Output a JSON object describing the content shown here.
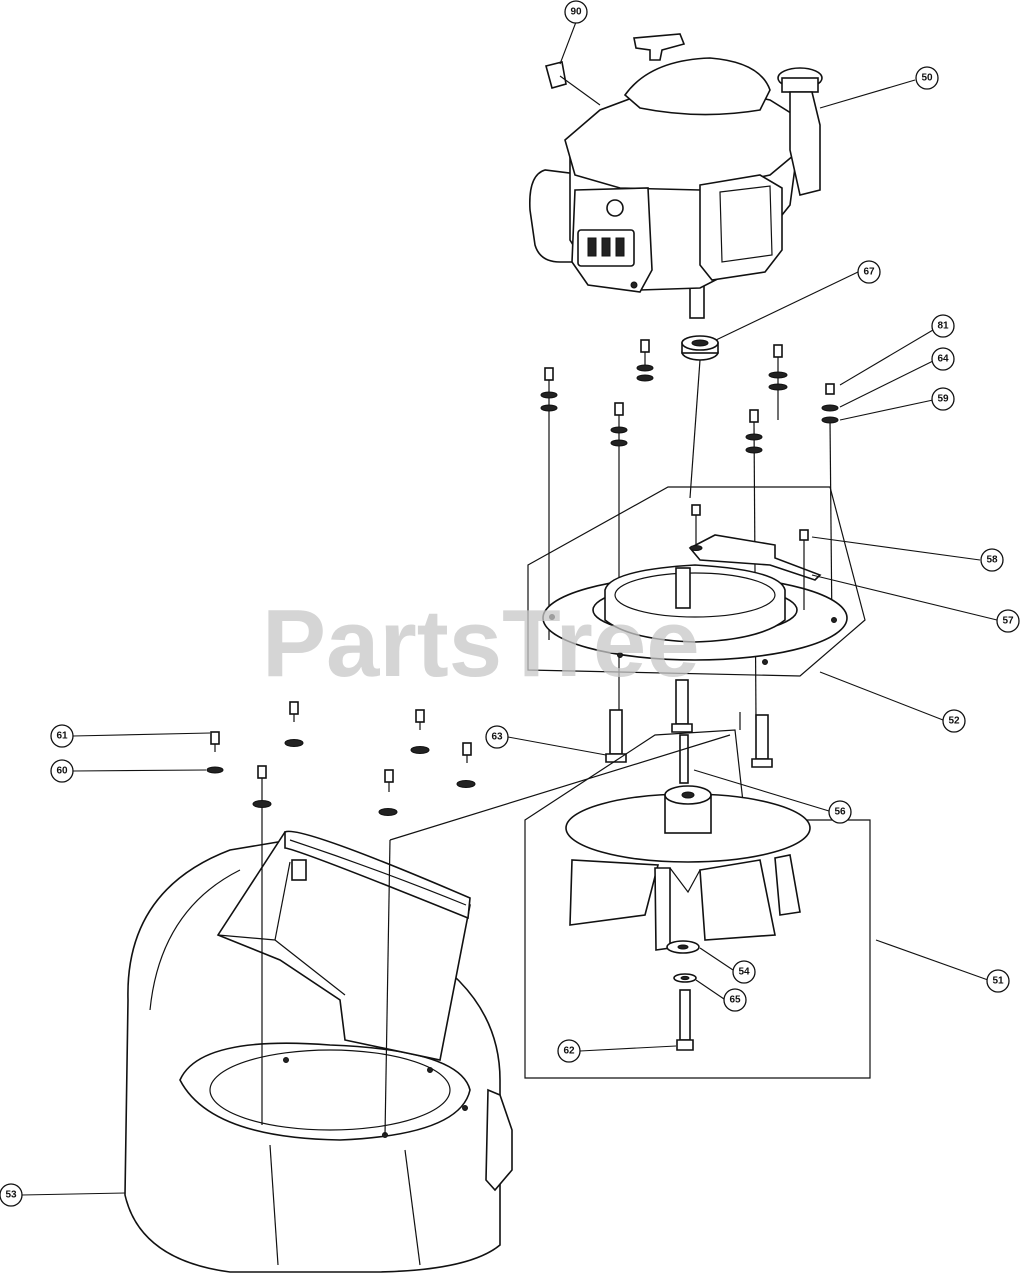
{
  "watermark": "PartsTree",
  "callouts": [
    {
      "id": "p90",
      "label": "90"
    },
    {
      "id": "p50",
      "label": "50"
    },
    {
      "id": "p67",
      "label": "67"
    },
    {
      "id": "p81",
      "label": "81"
    },
    {
      "id": "p64",
      "label": "64"
    },
    {
      "id": "p59",
      "label": "59"
    },
    {
      "id": "p58",
      "label": "58"
    },
    {
      "id": "p57",
      "label": "57"
    },
    {
      "id": "p52",
      "label": "52"
    },
    {
      "id": "p63",
      "label": "63"
    },
    {
      "id": "p56",
      "label": "56"
    },
    {
      "id": "p61",
      "label": "61"
    },
    {
      "id": "p60",
      "label": "60"
    },
    {
      "id": "p54",
      "label": "54"
    },
    {
      "id": "p65",
      "label": "65"
    },
    {
      "id": "p51",
      "label": "51"
    },
    {
      "id": "p62",
      "label": "62"
    },
    {
      "id": "p53",
      "label": "53"
    }
  ]
}
